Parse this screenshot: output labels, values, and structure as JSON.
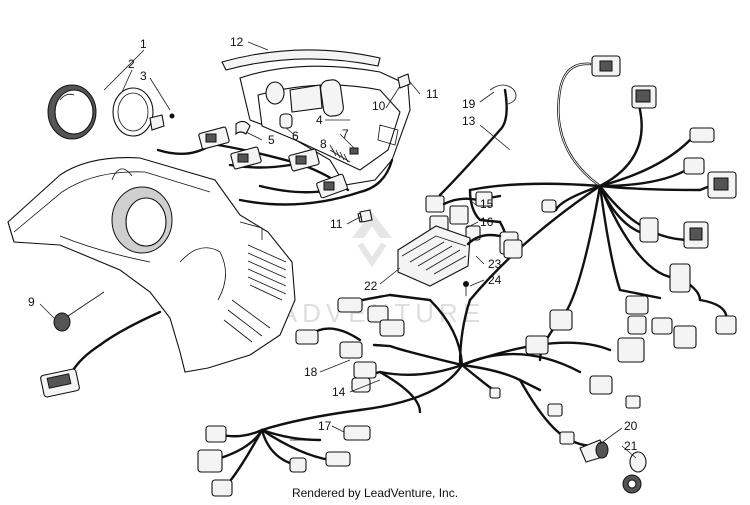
{
  "callouts": [
    {
      "num": "1"
    },
    {
      "num": "2"
    },
    {
      "num": "3"
    },
    {
      "num": "4"
    },
    {
      "num": "5"
    },
    {
      "num": "6"
    },
    {
      "num": "7"
    },
    {
      "num": "8"
    },
    {
      "num": "9"
    },
    {
      "num": "10"
    },
    {
      "num": "11"
    },
    {
      "num": "11"
    },
    {
      "num": "12"
    },
    {
      "num": "13"
    },
    {
      "num": "14"
    },
    {
      "num": "15"
    },
    {
      "num": "16"
    },
    {
      "num": "17"
    },
    {
      "num": "18"
    },
    {
      "num": "19"
    },
    {
      "num": "20"
    },
    {
      "num": "21"
    },
    {
      "num": "22"
    },
    {
      "num": "23"
    },
    {
      "num": "24"
    }
  ],
  "watermark": "LEADVENTURE",
  "footer": "Rendered by LeadVenture, Inc."
}
